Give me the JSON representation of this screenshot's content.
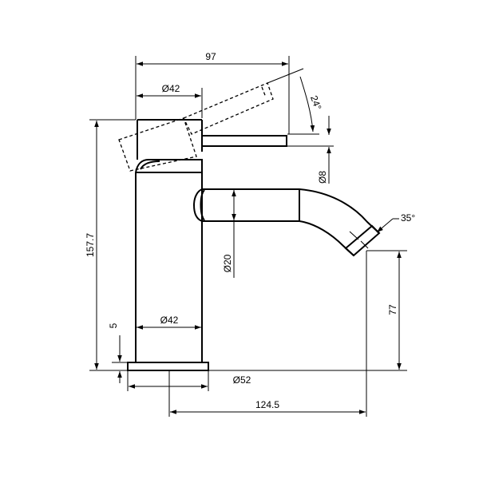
{
  "drawing": {
    "line_color": "#000000",
    "background": "#ffffff",
    "dimensions": {
      "overall_reach": "97",
      "handle_diameter": "Ø42",
      "handle_angle": "24°",
      "lever_thickness": "Ø8",
      "spout_diameter": "Ø20",
      "spout_angle": "35°",
      "overall_height": "157.7",
      "base_thickness": "5",
      "body_diameter": "Ø42",
      "base_diameter": "Ø52",
      "spout_height": "77",
      "spout_reach": "124.5"
    }
  }
}
